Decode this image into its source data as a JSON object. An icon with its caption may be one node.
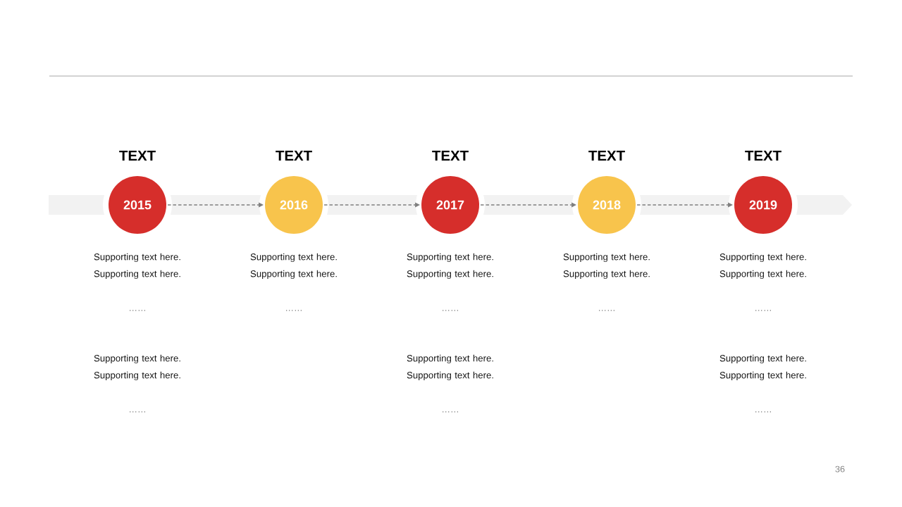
{
  "diagram": {
    "nodes": [
      {
        "text": [
          "TEXT",
          "2015"
        ],
        "beside": [
          "Supporting text here. Supporting text here.",
          "……",
          "Supporting text here. Supporting text here.",
          "……"
        ]
      },
      {
        "text": [
          "TEXT",
          "2016"
        ],
        "beside": [
          "Supporting text here. Supporting text here.",
          "……"
        ]
      },
      {
        "text": [
          "TEXT",
          "2017"
        ],
        "beside": [
          "Supporting text here. Supporting text here.",
          "……",
          "Supporting text here. Supporting text here.",
          "……"
        ]
      },
      {
        "text": [
          "TEXT",
          "2018"
        ],
        "beside": [
          "Supporting text here. Supporting text here.",
          "……"
        ]
      },
      {
        "text": [
          "TEXT",
          "2019"
        ],
        "beside": [
          "Supporting text here. Supporting text here.",
          "……",
          "Supporting text here. Supporting text here.",
          "……"
        ]
      }
    ],
    "edges": [
      {
        "from": 0,
        "to": 1,
        "arrow": "to",
        "style": "dashed"
      },
      {
        "from": 1,
        "to": 2,
        "arrow": "to",
        "style": "dashed"
      },
      {
        "from": 2,
        "to": 3,
        "arrow": "to",
        "style": "dashed"
      },
      {
        "from": 3,
        "to": 4,
        "arrow": "to",
        "style": "dashed"
      }
    ],
    "labels": [
      "36"
    ]
  }
}
